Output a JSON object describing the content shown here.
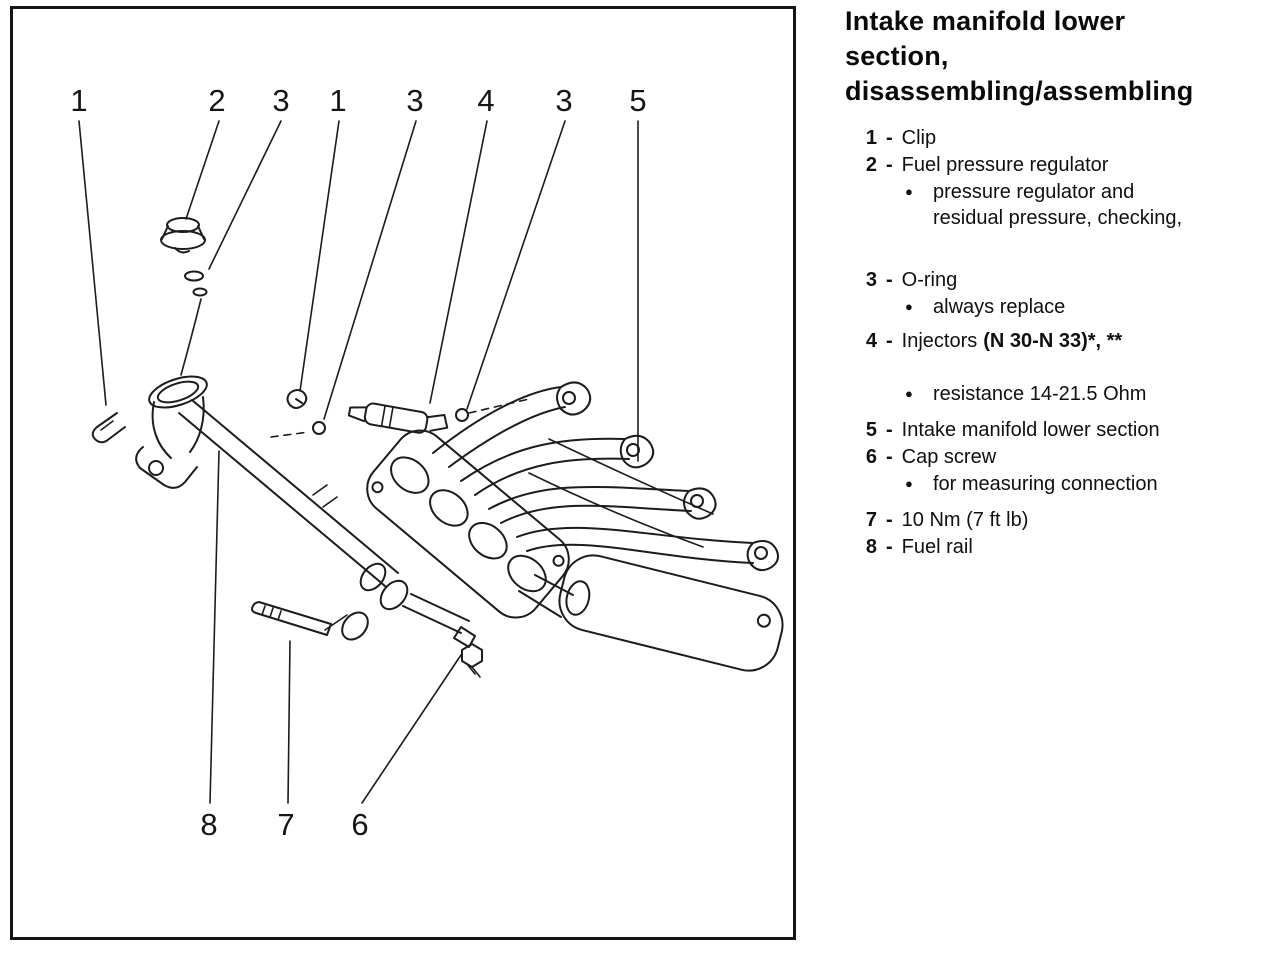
{
  "header": {
    "title_lines": [
      "Intake manifold lower",
      "section,",
      "disassembling/assembling"
    ]
  },
  "parts": {
    "separator": "-",
    "bullet_char": "●",
    "items": [
      {
        "num": "1",
        "label": "Clip"
      },
      {
        "num": "2",
        "label": "Fuel pressure regulator",
        "bullet": "pressure regulator and residual pressure, checking,"
      },
      {
        "num": "3",
        "label": "O-ring",
        "bullet": "always replace"
      },
      {
        "num": "4",
        "label": "Injectors",
        "label_bold": "(N 30-N 33)*, **",
        "bullet": "resistance 14-21.5 Ohm"
      },
      {
        "num": "5",
        "label": "Intake manifold lower section"
      },
      {
        "num": "6",
        "label": "Cap screw",
        "bullet": "for measuring connection"
      },
      {
        "num": "7",
        "label": "10 Nm (7 ft lb)"
      },
      {
        "num": "8",
        "label": "Fuel rail"
      }
    ]
  },
  "diagram": {
    "callouts_top": [
      "1",
      "2",
      "3",
      "1",
      "3",
      "4",
      "3",
      "5"
    ],
    "callouts_bottom": [
      "8",
      "7",
      "6"
    ],
    "ink_color": "#1c1c1c"
  }
}
